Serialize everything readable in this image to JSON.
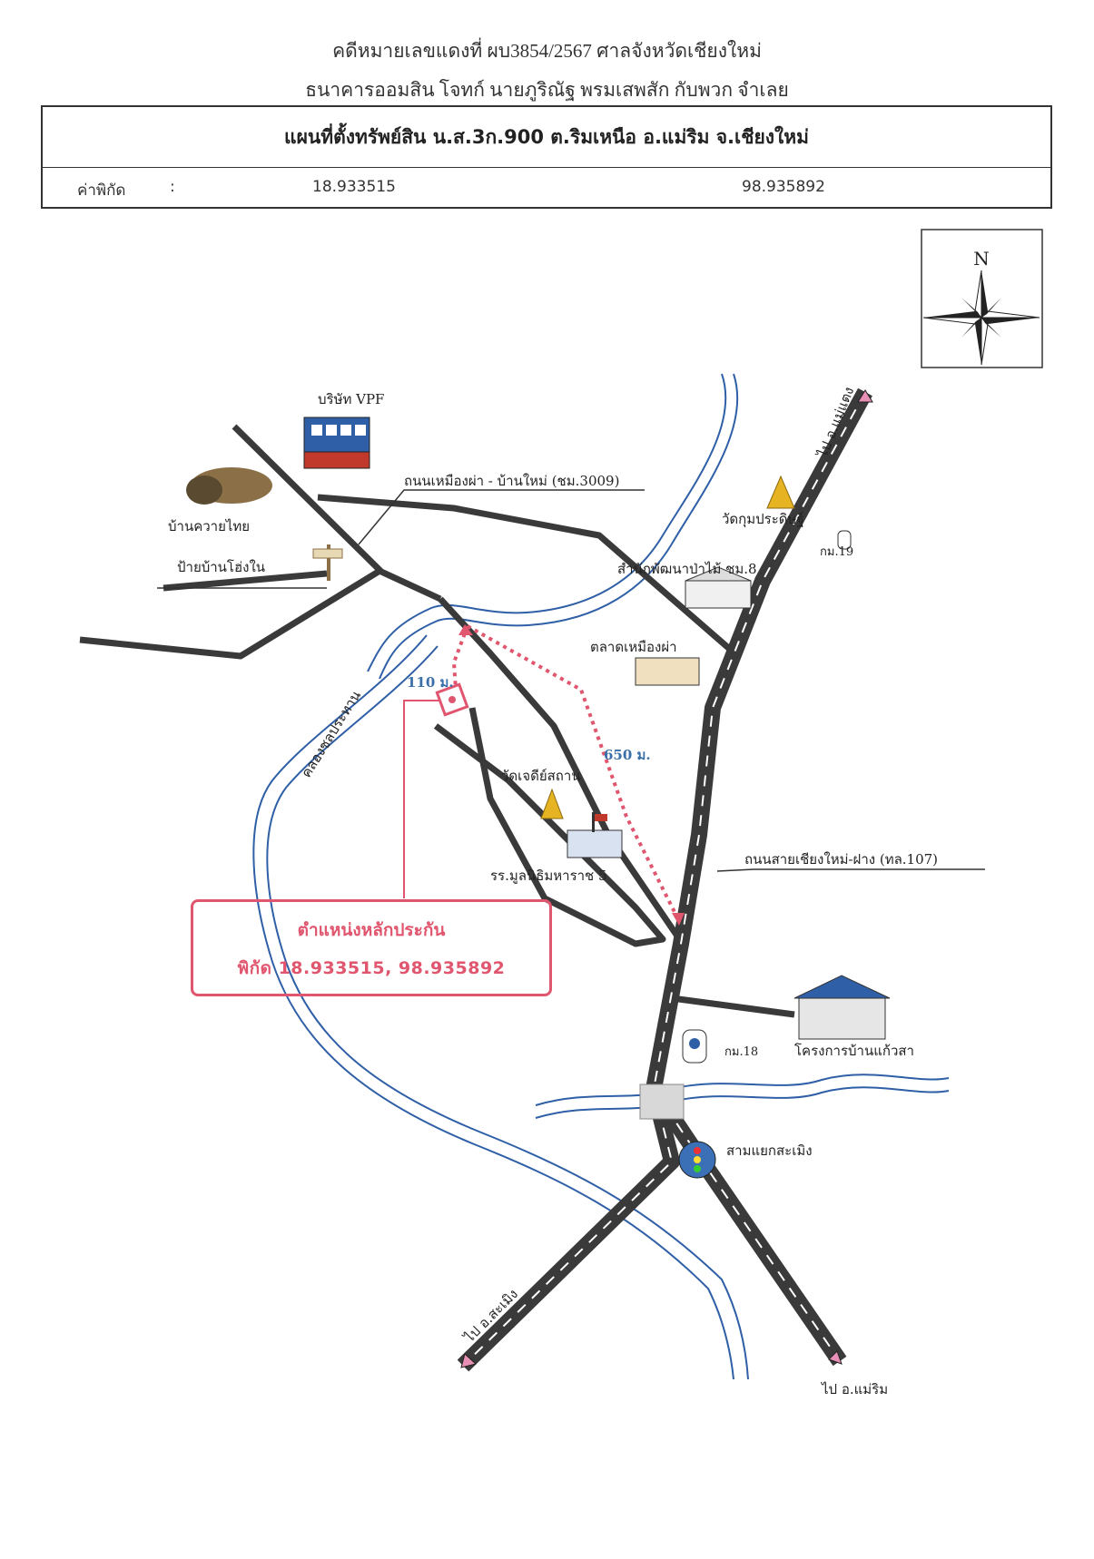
{
  "header": {
    "line1": "คดีหมายเลขแดงที่ ผบ3854/2567 ศาลจังหวัดเชียงใหม่",
    "line2": "ธนาคารออมสิน โจทก์ นายภูริณัฐ พรมเสพสัก กับพวก จำเลย"
  },
  "info_box": {
    "title": "แผนที่ตั้งทรัพย์สิน น.ส.3ก.900 ต.ริมเหนือ อ.แม่ริม จ.เชียงใหม่",
    "coord_label": "ค่าพิกัด",
    "separator": ":",
    "latitude": "18.933515",
    "longitude": "98.935892"
  },
  "compass": {
    "north_label": "N",
    "icon": "compass-rose-icon"
  },
  "labels": {
    "vpf": "บริษัท VPF",
    "ban_kwai_thai": "บ้านควายไทย",
    "road_3009": "ถนนเหมืองผ่า - บ้านใหม่ (ชม.3009)",
    "pai_ban_hong_nai": "ป้ายบ้านโฮ่งใน",
    "to_mae_taeng": "ไป อ.แม่แตง",
    "wat_kum": "วัดกุมประดิษฐ์",
    "km19": "กม.19",
    "forestry": "สำนักพัฒนาป่าไม้ ชม.8",
    "market": "ตลาดเหมืองผ่า",
    "canal": "คลองชลประทาน",
    "dist_110": "110 ม.",
    "dist_650": "650 ม.",
    "wat_chedi": "วัดเจดีย์สถาน",
    "school": "รร.มูลนิธิมหาราช 5",
    "highway_107": "ถนนสายเชียงใหม่-ฝาง (ทล.107)",
    "project": "โครงการบ้านแก้วสา",
    "km18": "กม.18",
    "junction": "สามแยกสะเมิง",
    "to_samoeng": "ไป อ.สะเมิง",
    "to_mae_rim": "ไป อ.แม่ริม"
  },
  "callout": {
    "title": "ตำแหน่งหลักประกัน",
    "coords": "พิกัด 18.933515, 98.935892"
  },
  "colors": {
    "road": "#3a3a3a",
    "river": "#2f5fa6",
    "route": "#e0566e",
    "callout": "#e0566e",
    "distance_text": "#3a6fa8"
  }
}
